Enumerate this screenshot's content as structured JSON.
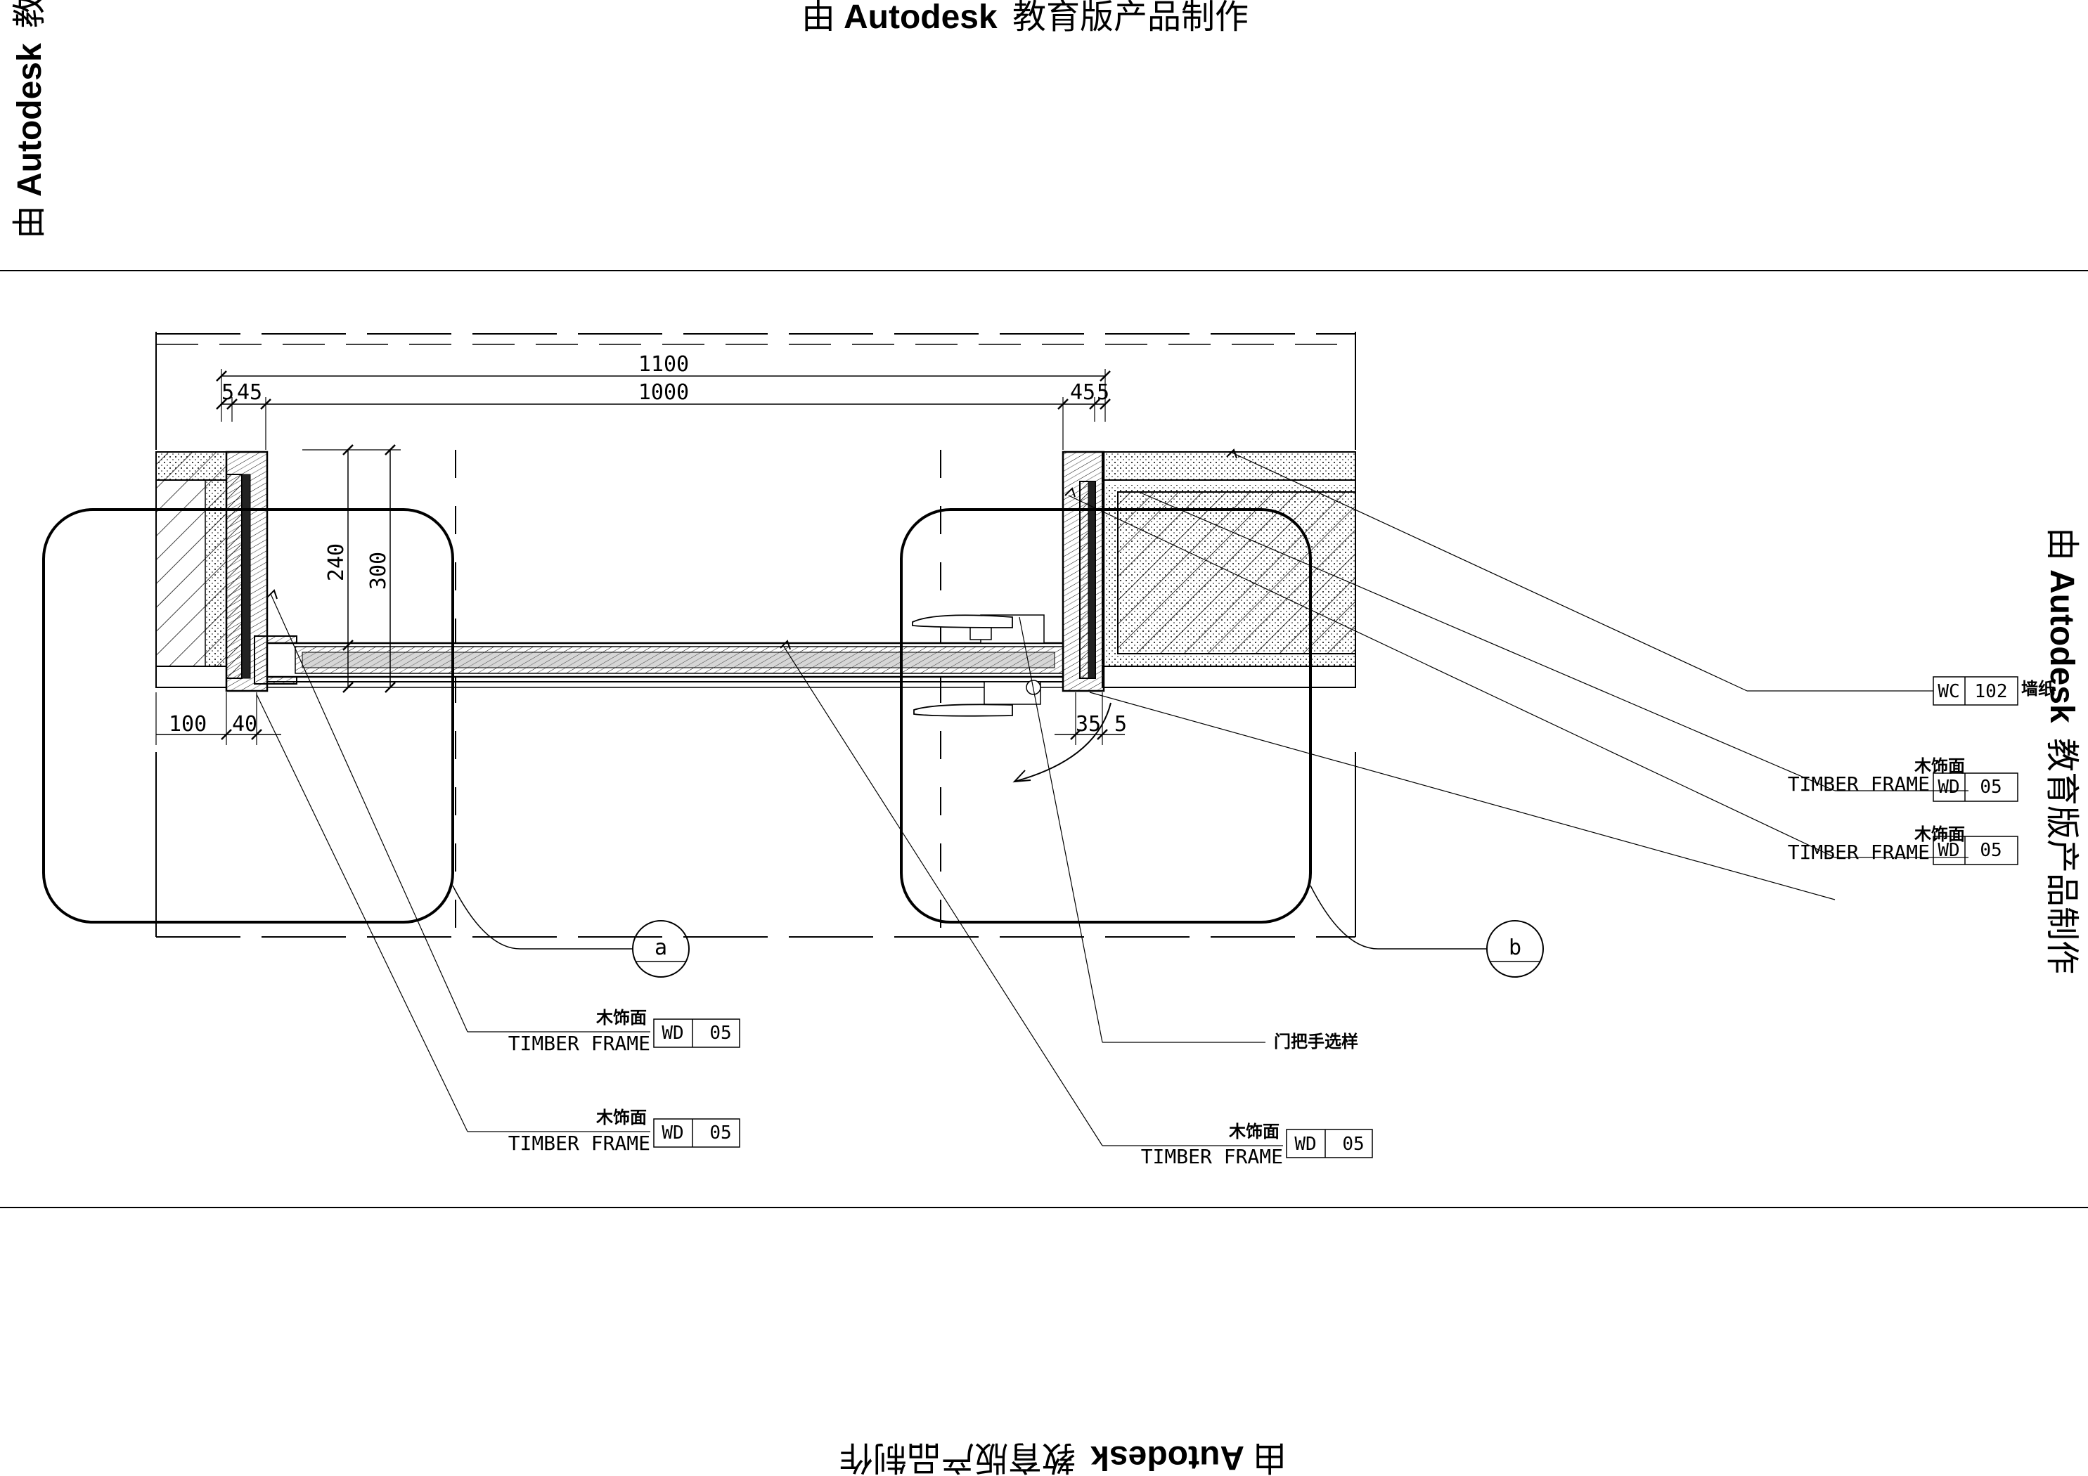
{
  "watermark": {
    "prefix": "由",
    "brand": "Autodesk",
    "suffix": "教育版产品制作"
  },
  "dimensions": {
    "overall_width": "1100",
    "door_width": "1000",
    "left_offset_a": "5",
    "left_offset_b": "45",
    "right_offset_b": "45",
    "right_offset_a": "5",
    "bottom_left_a": "100",
    "bottom_left_b": "40",
    "bottom_right_a": "35",
    "bottom_right_b": "5",
    "vertical_a": "240",
    "vertical_b": "300"
  },
  "detail_markers": {
    "left": "a",
    "right": "b"
  },
  "callouts": [
    {
      "cn": "",
      "en": "",
      "code": "WC",
      "num": "102",
      "note": "墙纸"
    },
    {
      "cn": "木饰面",
      "en": "TIMBER FRAME",
      "code": "WD",
      "num": "05"
    },
    {
      "cn": "木饰面",
      "en": "TIMBER FRAME",
      "code": "WD",
      "num": "05"
    },
    {
      "cn": "木饰面",
      "en": "TIMBER FRAME",
      "code": "WD",
      "num": "05"
    },
    {
      "cn": "木饰面",
      "en": "TIMBER FRAME",
      "code": "WD",
      "num": "05"
    },
    {
      "cn": "木饰面",
      "en": "TIMBER FRAME",
      "code": "WD",
      "num": "05"
    }
  ],
  "handle_note": "门把手选样"
}
